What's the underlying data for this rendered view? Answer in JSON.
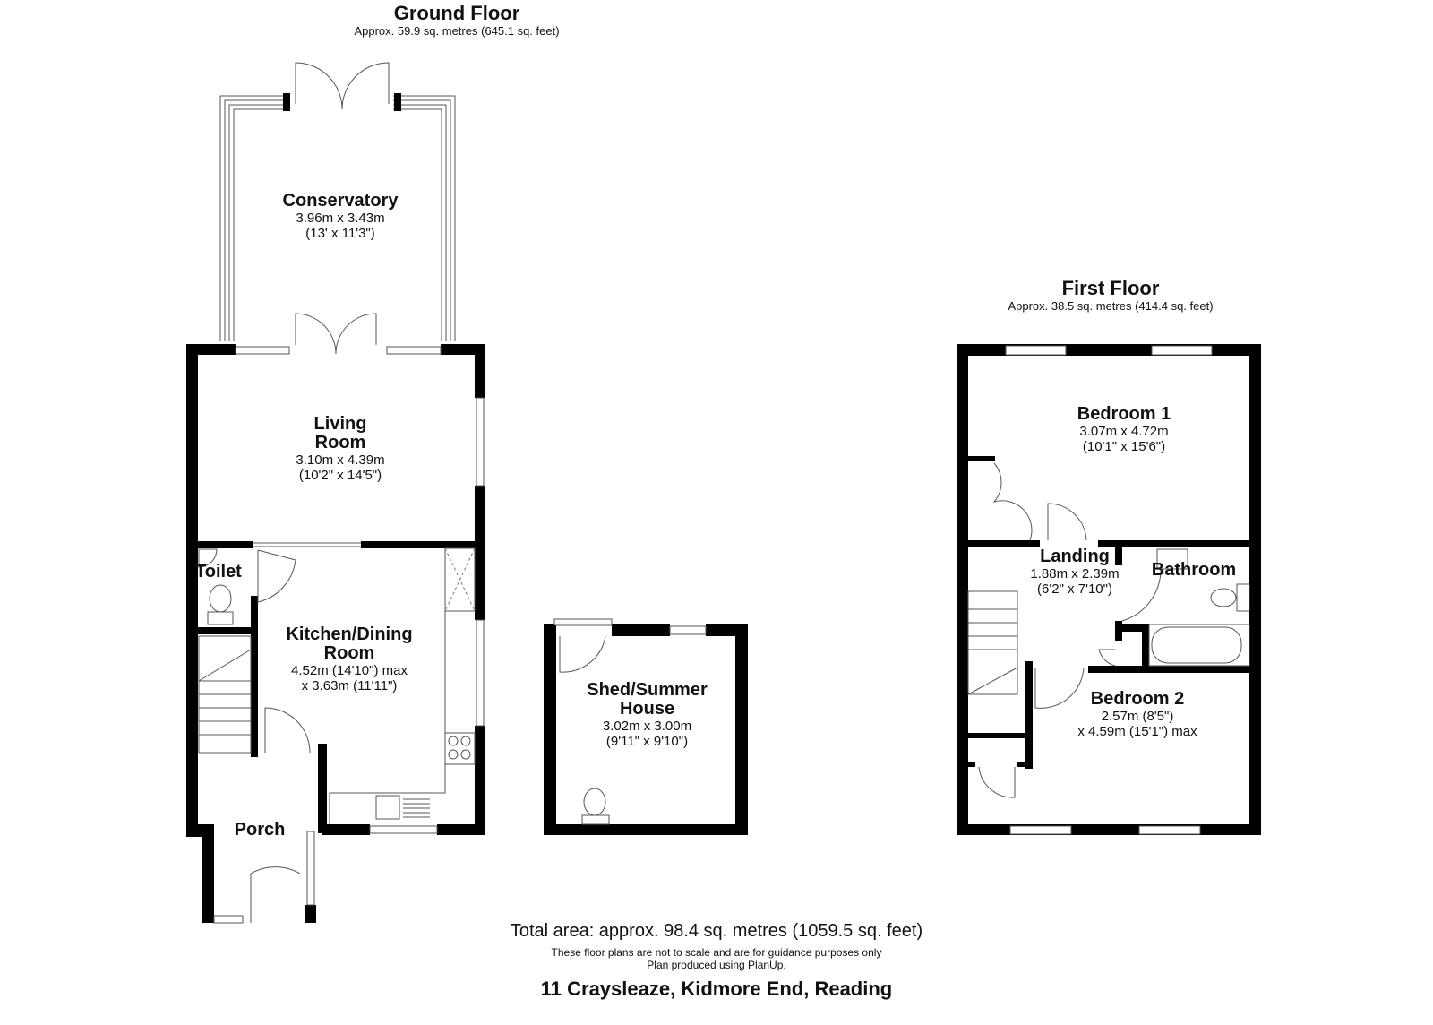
{
  "ground_floor": {
    "title": "Ground Floor",
    "area": "Approx. 59.9 sq. metres (645.1 sq. feet)",
    "rooms": [
      {
        "name": "Conservatory",
        "dim1": "3.96m x 3.43m",
        "dim2": "(13' x 11'3\")"
      },
      {
        "name_line1": "Living",
        "name_line2": "Room",
        "dim1": "3.10m x 4.39m",
        "dim2": "(10'2\" x 14'5\")"
      },
      {
        "name": "Toilet"
      },
      {
        "name_line1": "Kitchen/Dining",
        "name_line2": "Room",
        "dim1": "4.52m (14'10\") max",
        "dim2": "x 3.63m (11'11\")"
      },
      {
        "name": "Porch"
      }
    ]
  },
  "outbuilding": {
    "name_line1": "Shed/Summer",
    "name_line2": "House",
    "dim1": "3.02m x 3.00m",
    "dim2": "(9'11\" x 9'10\")"
  },
  "first_floor": {
    "title": "First Floor",
    "area": "Approx. 38.5 sq. metres (414.4 sq. feet)",
    "rooms": [
      {
        "name": "Bedroom 1",
        "dim1": "3.07m x 4.72m",
        "dim2": "(10'1\" x 15'6\")"
      },
      {
        "name": "Landing",
        "dim1": "1.88m x 2.39m",
        "dim2": "(6'2\" x 7'10\")"
      },
      {
        "name": "Bathroom"
      },
      {
        "name": "Bedroom 2",
        "dim1": "2.57m (8'5\")",
        "dim2": "x 4.59m (15'1\") max"
      }
    ]
  },
  "footer": {
    "total_area": "Total area: approx. 98.4 sq. metres (1059.5 sq. feet)",
    "disclaimer": "These floor plans are not to scale and are for guidance purposes only",
    "produced_by": "Plan produced using PlanUp.",
    "address": "11 Craysleaze, Kidmore End, Reading"
  },
  "colors": {
    "wall": "#000000",
    "line": "#555555",
    "background": "#ffffff"
  }
}
